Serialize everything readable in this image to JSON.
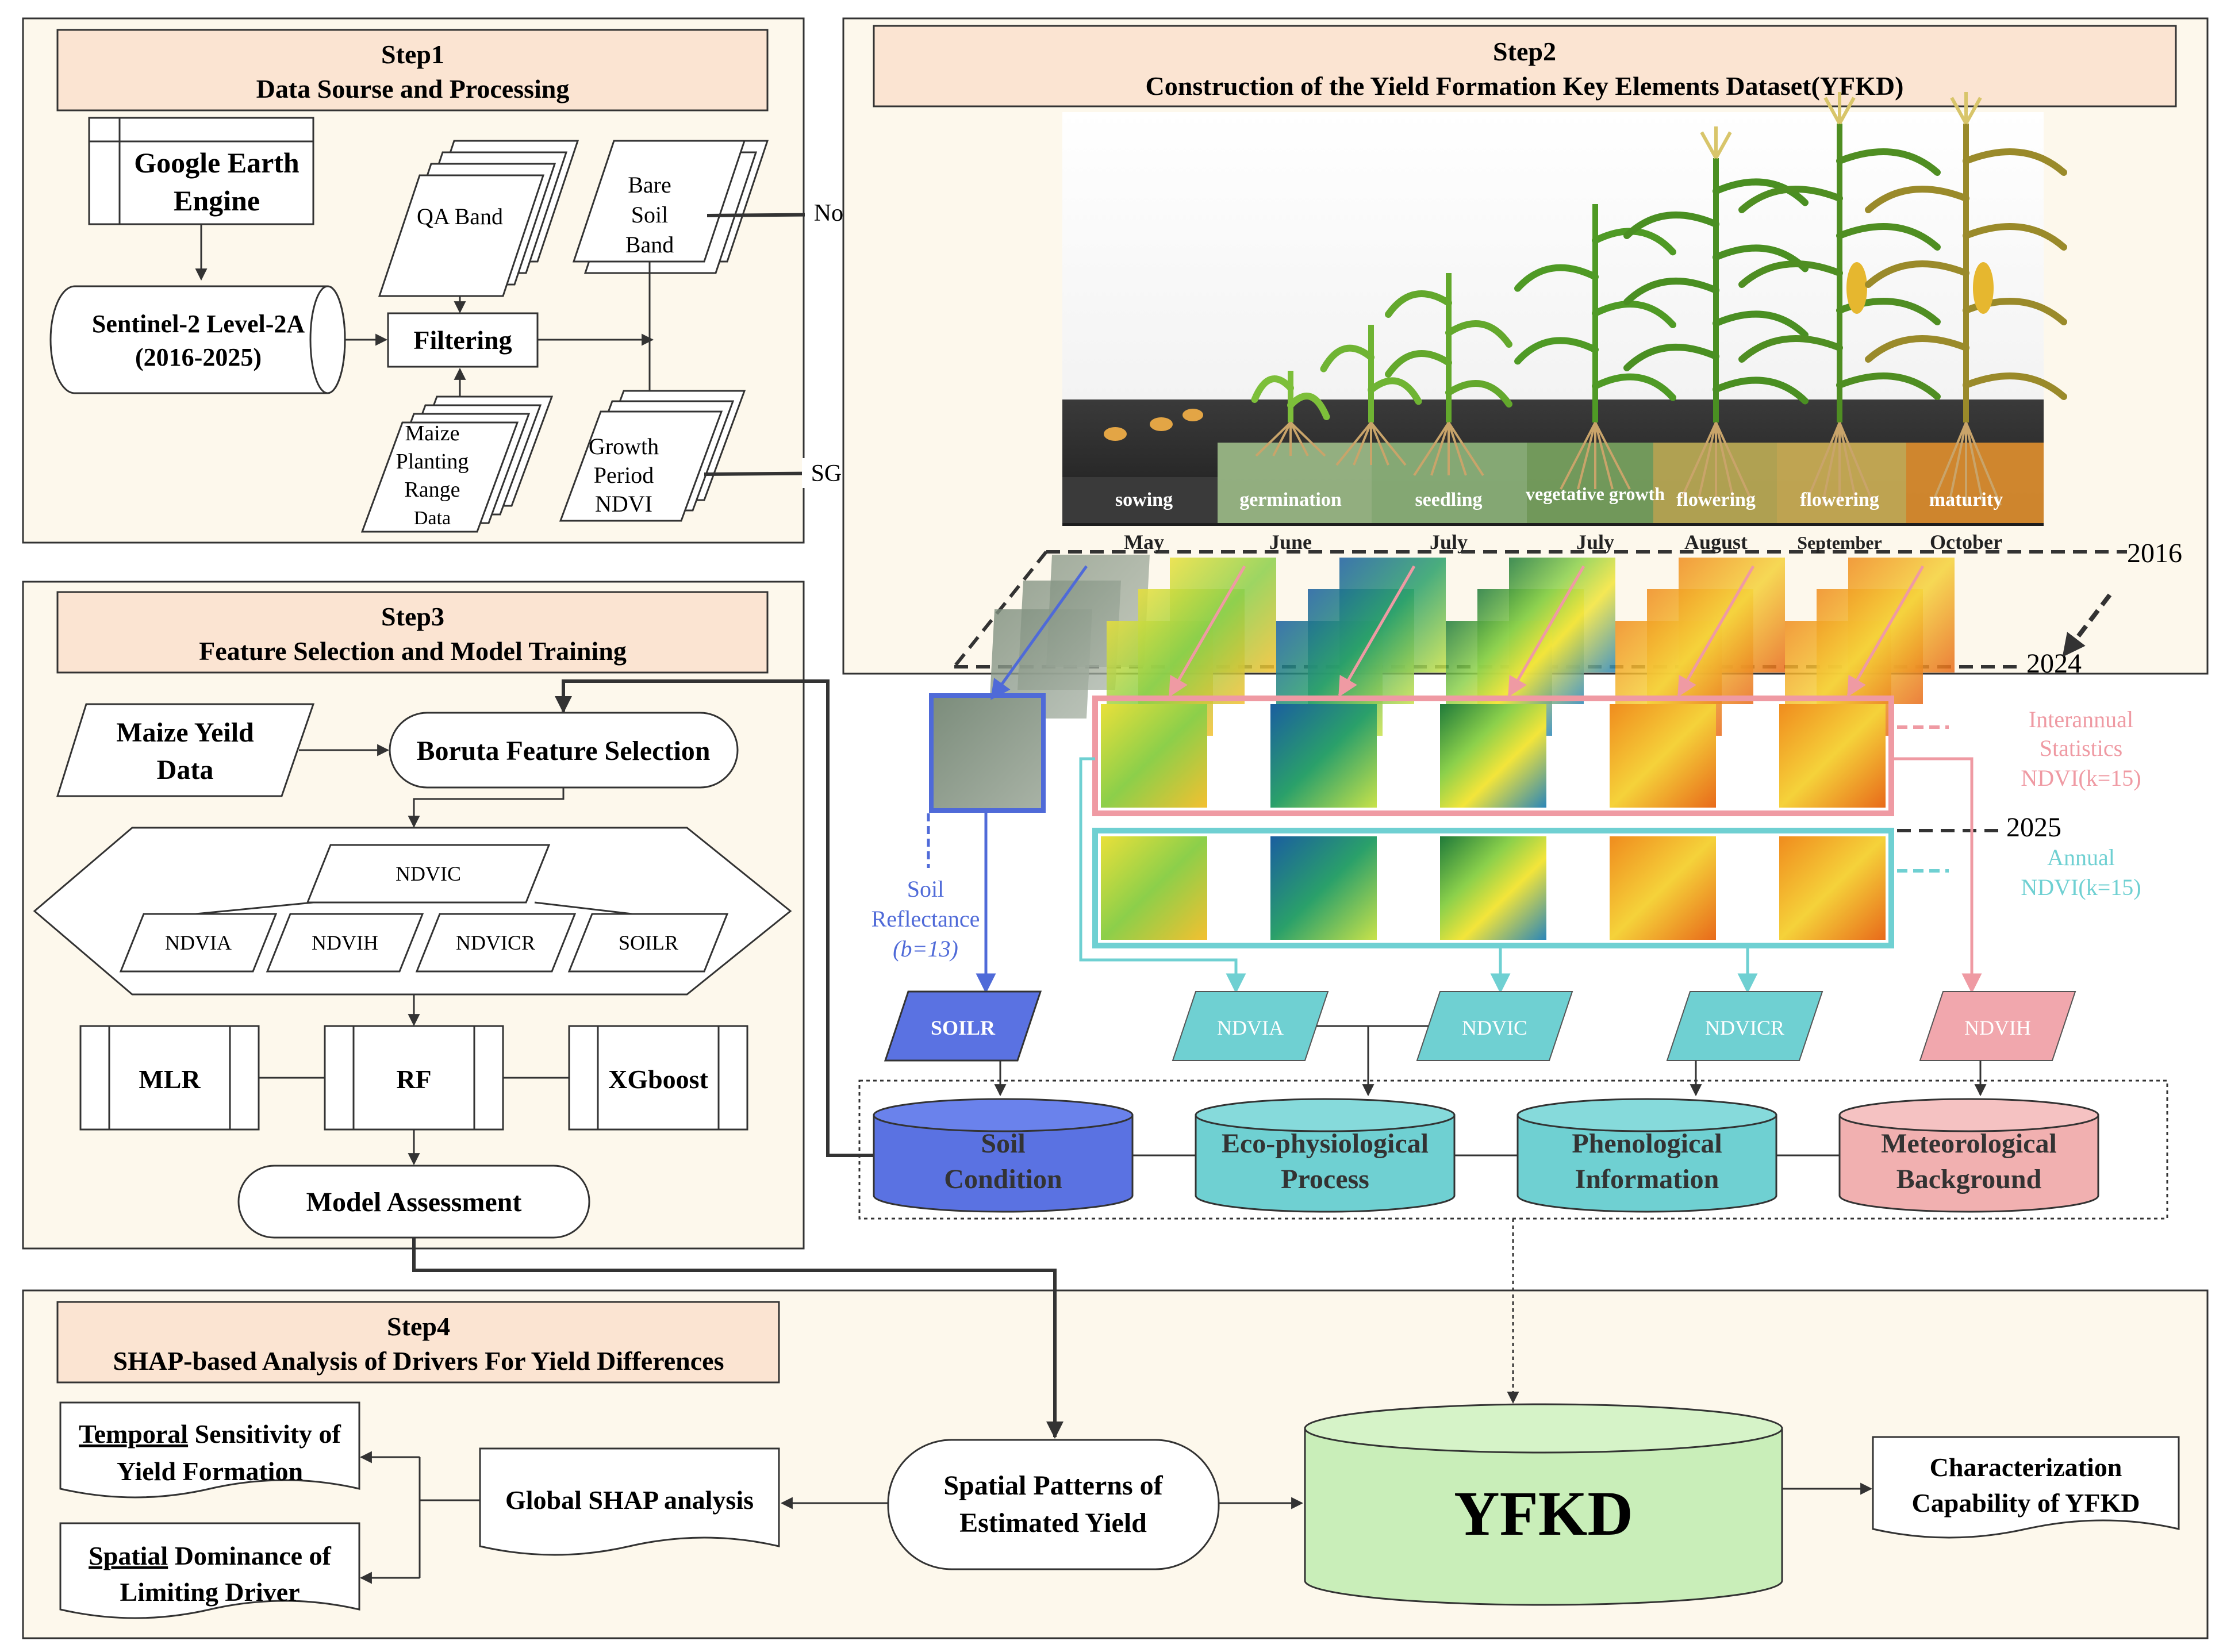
{
  "step1": {
    "title": "Step1",
    "subtitle": "Data Sourse and Processing",
    "gee": [
      "Google Earth",
      "Engine"
    ],
    "sentinel": [
      "Sentinel-2 Level-2A",
      "(2016-2025)"
    ],
    "filtering": "Filtering",
    "qa_band": "QA Band",
    "bare_soil": [
      "Bare",
      "Soil",
      "Band"
    ],
    "maize_range": [
      "Maize",
      "Planting",
      "Range",
      "Data"
    ],
    "growth_ndvi": [
      "Growth",
      "Period",
      "NDVI"
    ]
  },
  "step2": {
    "title": "Step2",
    "subtitle": "Construction of the Yield Formation Key Elements Dataset(YFKD)",
    "normalization": "Normalization",
    "sg_filtering": "SG Filtering",
    "stages": [
      "sowing",
      "germination",
      "seedling",
      "vegetative growth",
      "flowering",
      "flowering",
      "maturity"
    ],
    "months": [
      "May",
      "June",
      "July",
      "July",
      "August",
      "September",
      "October"
    ],
    "years": [
      "2016",
      "2024",
      "2025"
    ],
    "interannual": [
      "Interannual",
      "Statistics",
      "NDVI(k=15)"
    ],
    "annual": [
      "Annual",
      "NDVI(k=15)"
    ],
    "soil_refl": [
      "Soil",
      "Reflectance",
      "(b=13)"
    ],
    "features": [
      "SOILR",
      "NDVIA",
      "NDVIC",
      "NDVICR",
      "NDVIH"
    ],
    "categories": [
      [
        "Soil",
        "Condition"
      ],
      [
        "Eco-physiological",
        "Process"
      ],
      [
        "Phenological",
        "Information"
      ],
      [
        "Meteorological",
        "Background"
      ]
    ]
  },
  "step3": {
    "title": "Step3",
    "subtitle": "Feature Selection and Model Training",
    "maize_yield": [
      "Maize Yeild",
      "Data"
    ],
    "boruta": "Boruta Feature Selection",
    "ndvic": "NDVIC",
    "sel_features": [
      "NDVIA",
      "NDVIH",
      "NDVICR",
      "SOILR"
    ],
    "models": [
      "MLR",
      "RF",
      "XGboost"
    ],
    "assessment": "Model Assessment"
  },
  "step4": {
    "title": "Step4",
    "subtitle": "SHAP-based Analysis of Drivers For Yield Differences",
    "temporal": [
      "Temporal",
      " Sensitivity of",
      "Yield Formation"
    ],
    "spatial_dom": [
      "Spatial",
      " Dominance of",
      "Limiting Driver"
    ],
    "global_shap": "Global SHAP analysis",
    "spatial_patterns": [
      "Spatial Patterns of",
      "Estimated Yield"
    ],
    "yfkd": "YFKD",
    "characterization": [
      "Characterization",
      "Capability of YFKD"
    ]
  },
  "colors": {
    "panel_bg": "#fdf8ec",
    "header_bg": "#fbe4d2",
    "soil_blue": "#5a72e2",
    "teal": "#6fd0d2",
    "pink": "#f1a7ad",
    "yfkd_green": "#c9eeb9"
  }
}
